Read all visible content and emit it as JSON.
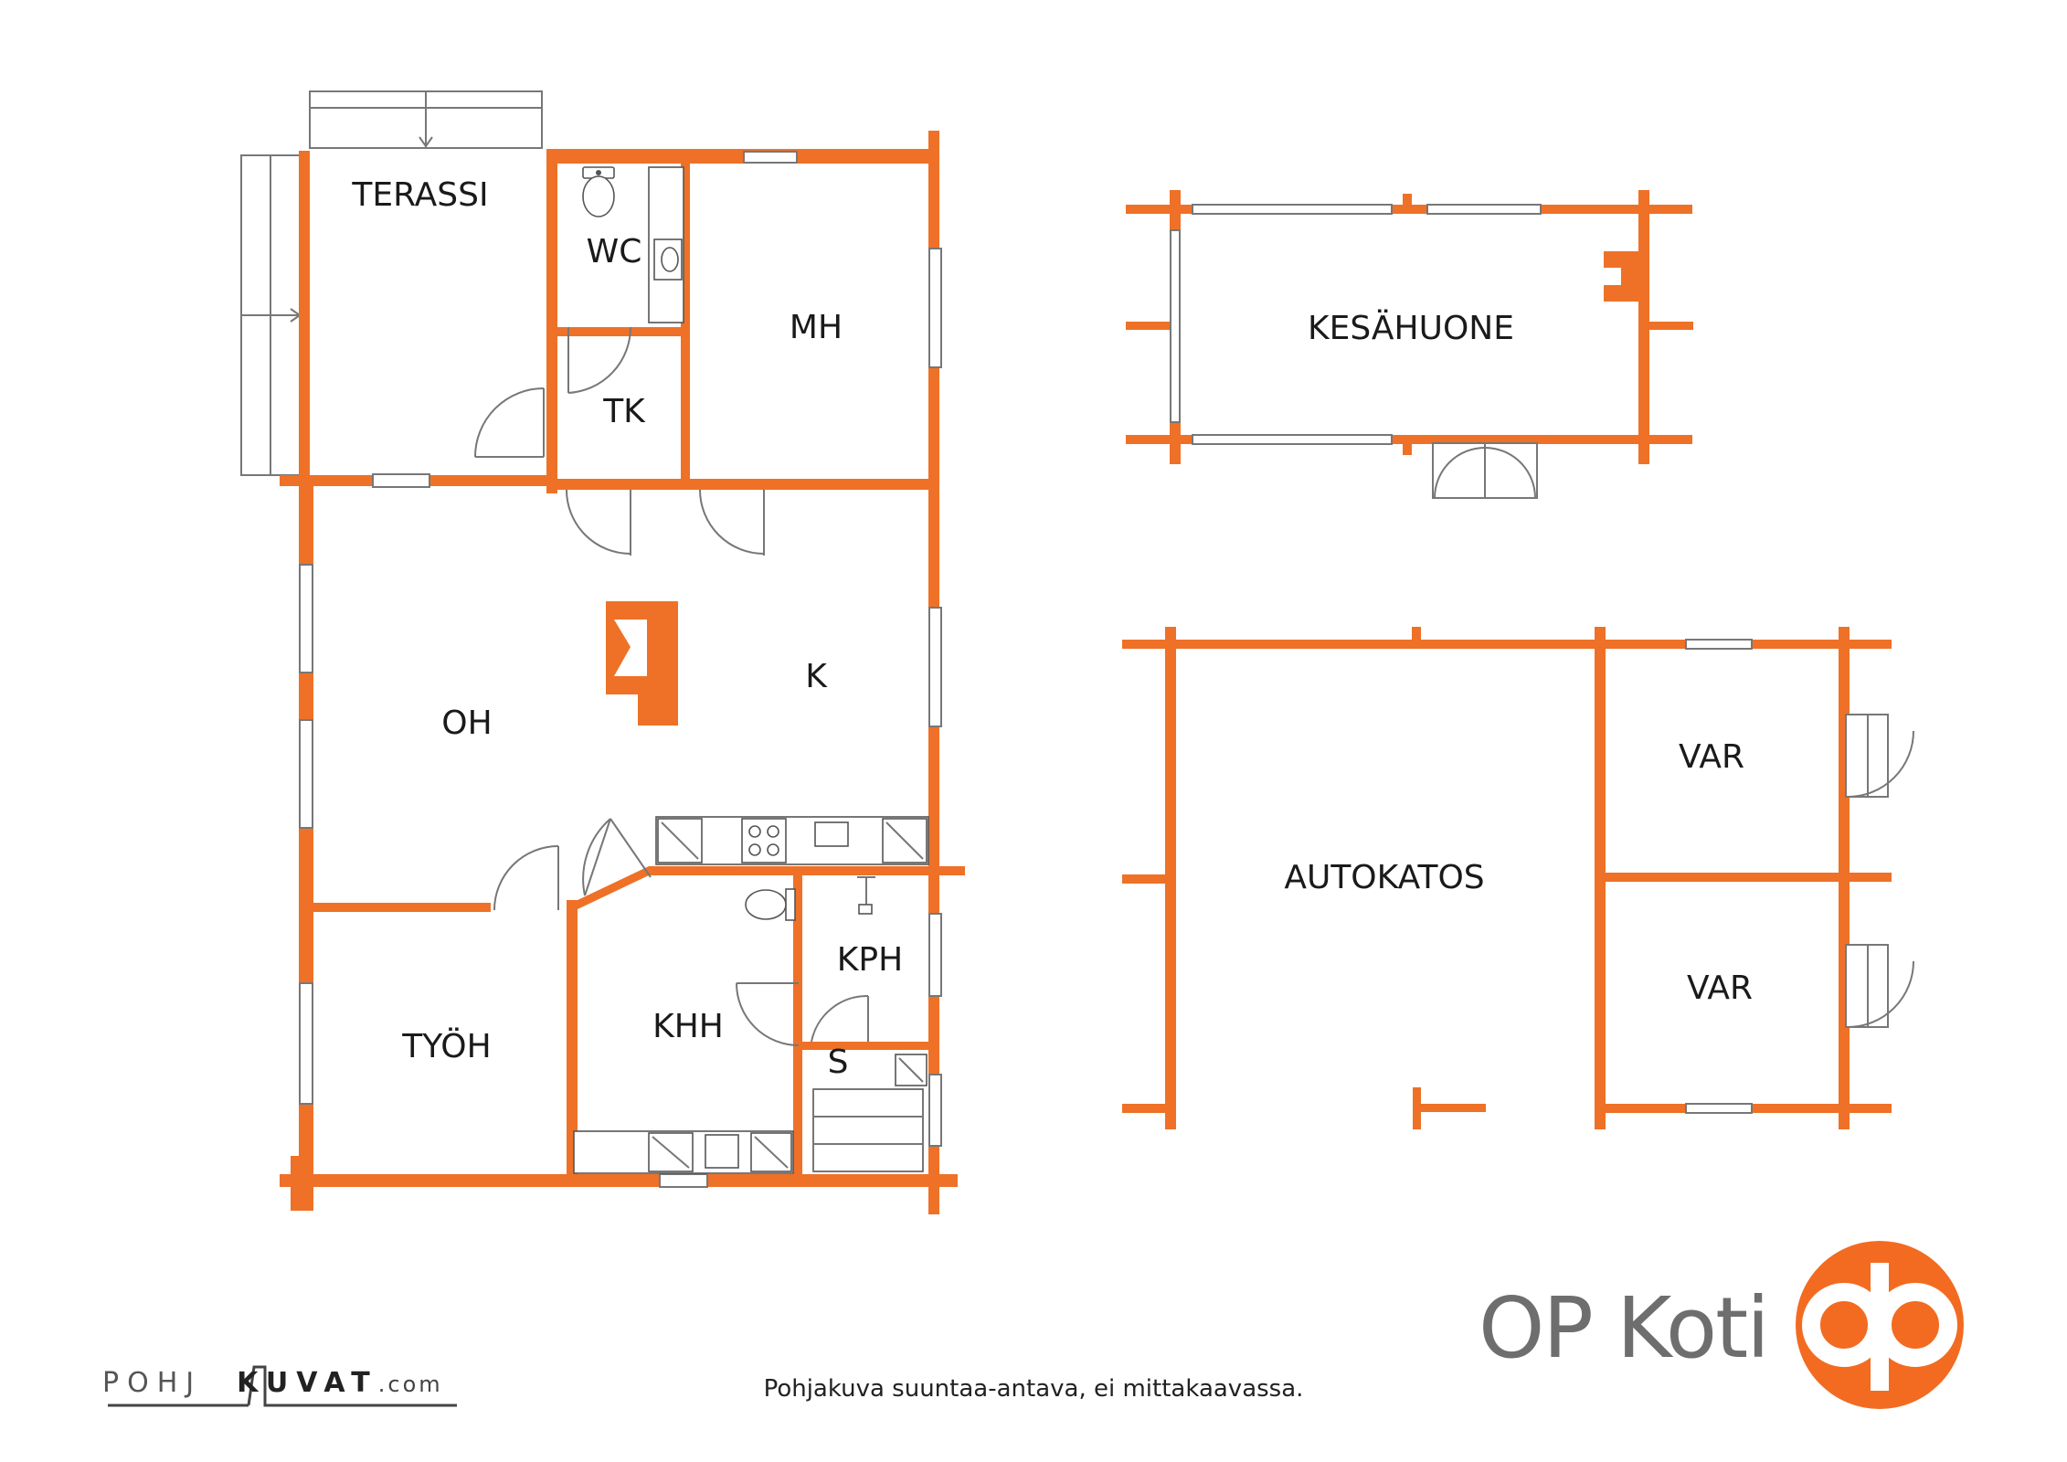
{
  "rooms": {
    "terassi": "TERASSI",
    "wc": "WC",
    "mh": "MH",
    "tk": "TK",
    "oh": "OH",
    "k": "K",
    "tyoh": "TYÖH",
    "khh": "KHH",
    "kph": "KPH",
    "s": "S",
    "kesahuone": "KESÄHUONE",
    "autokatos": "AUTOKATOS",
    "var1": "VAR",
    "var2": "VAR"
  },
  "footer": {
    "note": "Pohjakuva suuntaa-antava, ei mittakaavassa.",
    "brand": "OP Koti",
    "maker_part1": "POHJ",
    "maker_part2": "KUVAT",
    "maker_part3": ".com"
  },
  "colors": {
    "wall": "#ee7127",
    "brand_orange": "#f26b21",
    "text": "#1a1a1a"
  }
}
